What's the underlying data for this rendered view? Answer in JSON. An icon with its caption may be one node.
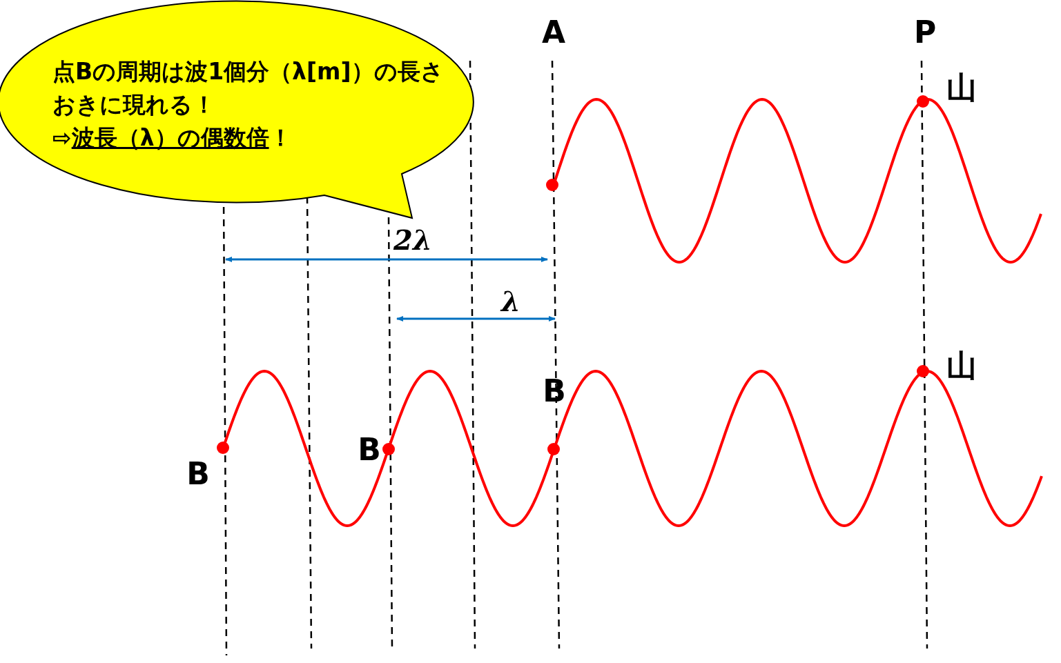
{
  "diagram": {
    "nodes": [
      {
        "text": [
          "点Bの周期は波1個分（λ[m]）の長さおきに現れる！",
          "⇨**波長（λ）の偶数倍**！"
        ]
      }
    ],
    "labels": [
      "A",
      "P",
      "山",
      "2λ",
      "λ",
      "山",
      "B",
      "B",
      "B"
    ]
  }
}
